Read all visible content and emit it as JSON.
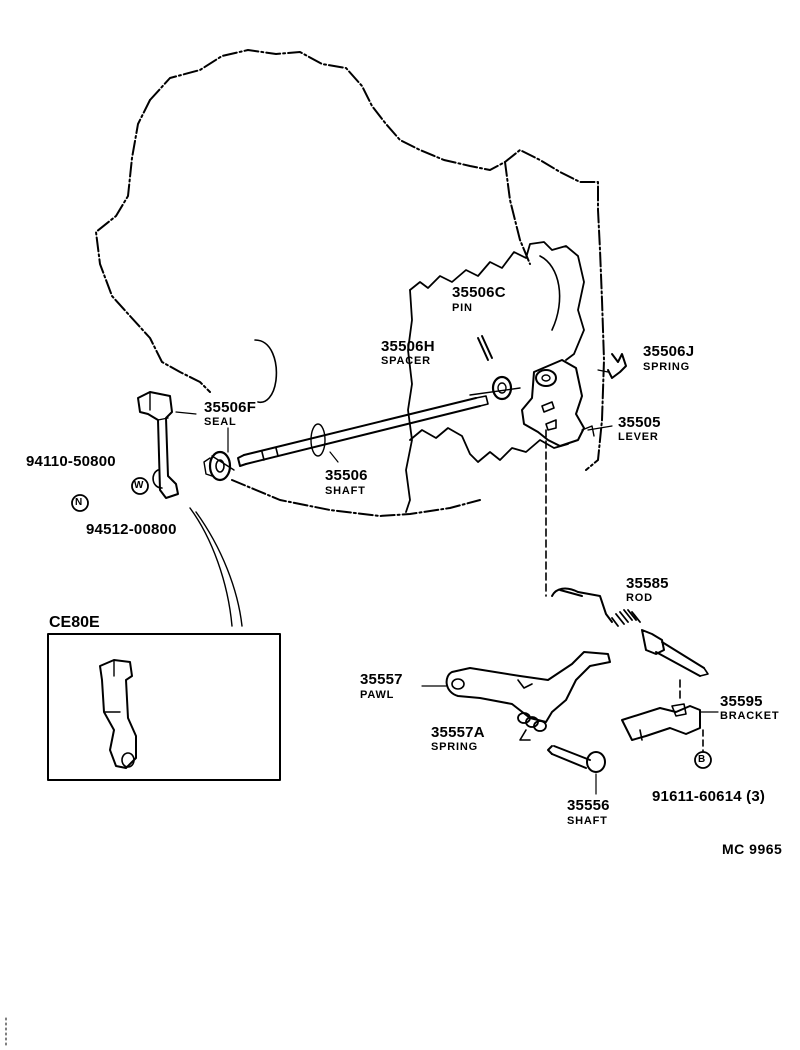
{
  "parts": {
    "p35506C": {
      "number": "35506C",
      "name": "PIN"
    },
    "p35506H": {
      "number": "35506H",
      "name": "SPACER"
    },
    "p35506J": {
      "number": "35506J",
      "name": "SPRING"
    },
    "p35506F": {
      "number": "35506F",
      "name": "SEAL"
    },
    "p35505": {
      "number": "35505",
      "name": "LEVER"
    },
    "p35506": {
      "number": "35506",
      "name": "SHAFT"
    },
    "p35585": {
      "number": "35585",
      "name": "ROD"
    },
    "p35557": {
      "number": "35557",
      "name": "PAWL"
    },
    "p35595": {
      "number": "35595",
      "name": "BRACKET"
    },
    "p35557A": {
      "number": "35557A",
      "name": "SPRING"
    },
    "p35556": {
      "number": "35556",
      "name": "SHAFT"
    }
  },
  "fasteners": {
    "nut": {
      "number": "94110-50800",
      "symbol": "N"
    },
    "washer": {
      "number": "94512-00800",
      "symbol": "W"
    },
    "bolt": {
      "number": "91611-60614 (3)",
      "symbol": "B"
    }
  },
  "inset": {
    "title": "CE80E"
  },
  "reference": "MC 9965"
}
